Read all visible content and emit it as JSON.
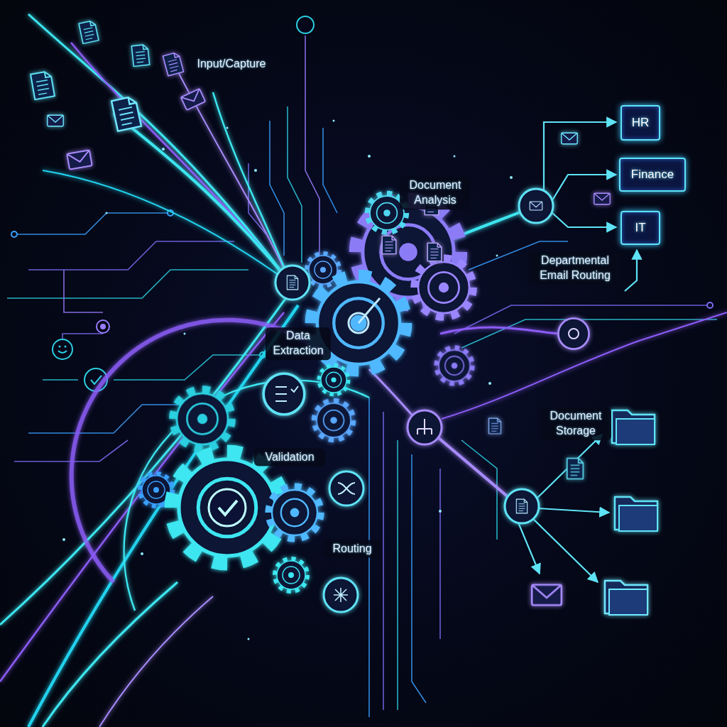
{
  "diagram": {
    "nodes": [
      {
        "text": [
          "HR"
        ]
      },
      {
        "text": [
          "Finance"
        ]
      },
      {
        "text": [
          "IT"
        ]
      }
    ],
    "labels": [
      "Input/Capture",
      "Document Analysis",
      "Departmental Email Routing",
      "Data Extraction",
      "Validation",
      "Routing",
      "Document Storage"
    ]
  }
}
